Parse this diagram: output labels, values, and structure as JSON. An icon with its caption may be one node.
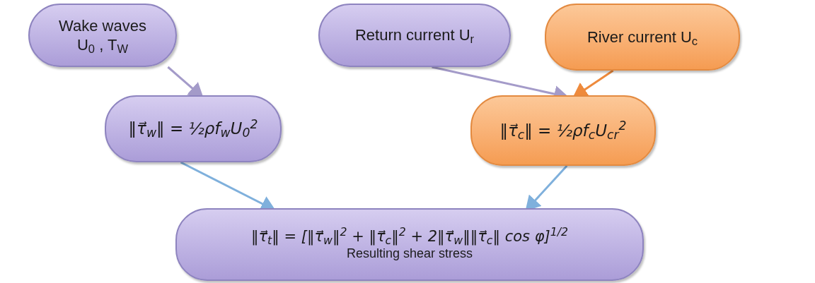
{
  "diagram": {
    "nodes": [
      {
        "text": [
          "Wake waves U$_{0}$ , T$_{W}$"
        ]
      },
      {
        "text": [
          "Return current U$_{r}$"
        ]
      },
      {
        "text": [
          "River current U$_{c}$"
        ]
      },
      {
        "text": [
          "‖τ⃗$_{w}$‖ = ½ρf$_{w}$U$_{0}$$^{2}$"
        ]
      },
      {
        "text": [
          "‖τ⃗$_{c}$‖ = ½ρf$_{c}$U$_{cr}$$^{2}$"
        ]
      },
      {
        "text": [
          "‖τ⃗$_{t}$‖ = [‖τ⃗$_{w}$‖$^{2}$ + ‖τ⃗$_{c}$‖$^{2}$ + 2‖τ⃗$_{w}$‖‖τ⃗$_{c}$‖ cos φ]$^{1/2}$",
          "Resulting shear stress"
        ]
      }
    ],
    "edges": [
      {
        "from": 0,
        "to": 3,
        "arrow": "to",
        "color": "#a49bc9"
      },
      {
        "from": 1,
        "to": 4,
        "arrow": "to",
        "color": "#a49bc9"
      },
      {
        "from": 2,
        "to": 4,
        "arrow": "to",
        "color": "#ee8a3c"
      },
      {
        "from": 3,
        "to": 5,
        "arrow": "to",
        "color": "#7fb0dc"
      },
      {
        "from": 4,
        "to": 5,
        "arrow": "to",
        "color": "#7fb0dc"
      }
    ]
  }
}
